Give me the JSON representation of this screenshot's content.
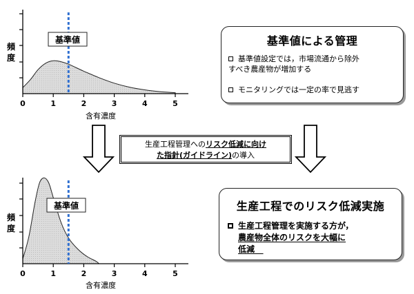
{
  "charts": {
    "top": {
      "y_label": "頻度",
      "x_label": "含有濃度",
      "x_ticks": [
        "0",
        "1",
        "2",
        "3",
        "4",
        "5"
      ],
      "threshold_label": "基準値"
    },
    "bottom": {
      "y_label": "頻度",
      "x_label": "含有濃度",
      "x_ticks": [
        "0",
        "1",
        "2",
        "3",
        "4",
        "5"
      ],
      "threshold_label": "基準値"
    }
  },
  "chart_data": [
    {
      "type": "area",
      "x_range": [
        0,
        5
      ],
      "threshold_x": 1.5,
      "x": [
        0,
        0.25,
        0.5,
        0.75,
        1.0,
        1.25,
        1.5,
        2.0,
        2.5,
        3.0,
        3.5,
        4.0,
        4.5,
        5.0
      ],
      "y": [
        0.6,
        1.4,
        2.4,
        3.05,
        3.3,
        3.2,
        2.95,
        2.25,
        1.6,
        1.05,
        0.65,
        0.38,
        0.2,
        0.1
      ]
    },
    {
      "type": "area",
      "x_range": [
        0,
        5
      ],
      "threshold_x": 1.5,
      "x": [
        0,
        0.2,
        0.4,
        0.55,
        0.7,
        0.85,
        1.0,
        1.25,
        1.5,
        1.8,
        2.1,
        2.4,
        2.5
      ],
      "y": [
        0.4,
        2.2,
        5.0,
        6.6,
        7.0,
        6.6,
        5.4,
        3.4,
        2.1,
        1.2,
        0.6,
        0.2,
        0.0
      ]
    }
  ],
  "top_box": {
    "title": "基準値による管理",
    "bullet1_line1": "基準値設定では，市場流通から除外",
    "bullet1_line2": "すべき農産物が増加する",
    "bullet2": "モニタリングでは一定の率で見逃す"
  },
  "middle_box": {
    "t1": "生産工程管理への",
    "t2": "リスク低減に向け",
    "t3": "た指針(ガイドライン)",
    "t4": "の導入"
  },
  "bottom_box": {
    "title": "生産工程でのリスク低減実施",
    "line1": "生産工程管理を実施する方が，",
    "line2": "農産物全体のリスクを大幅に",
    "line3": "低減"
  }
}
